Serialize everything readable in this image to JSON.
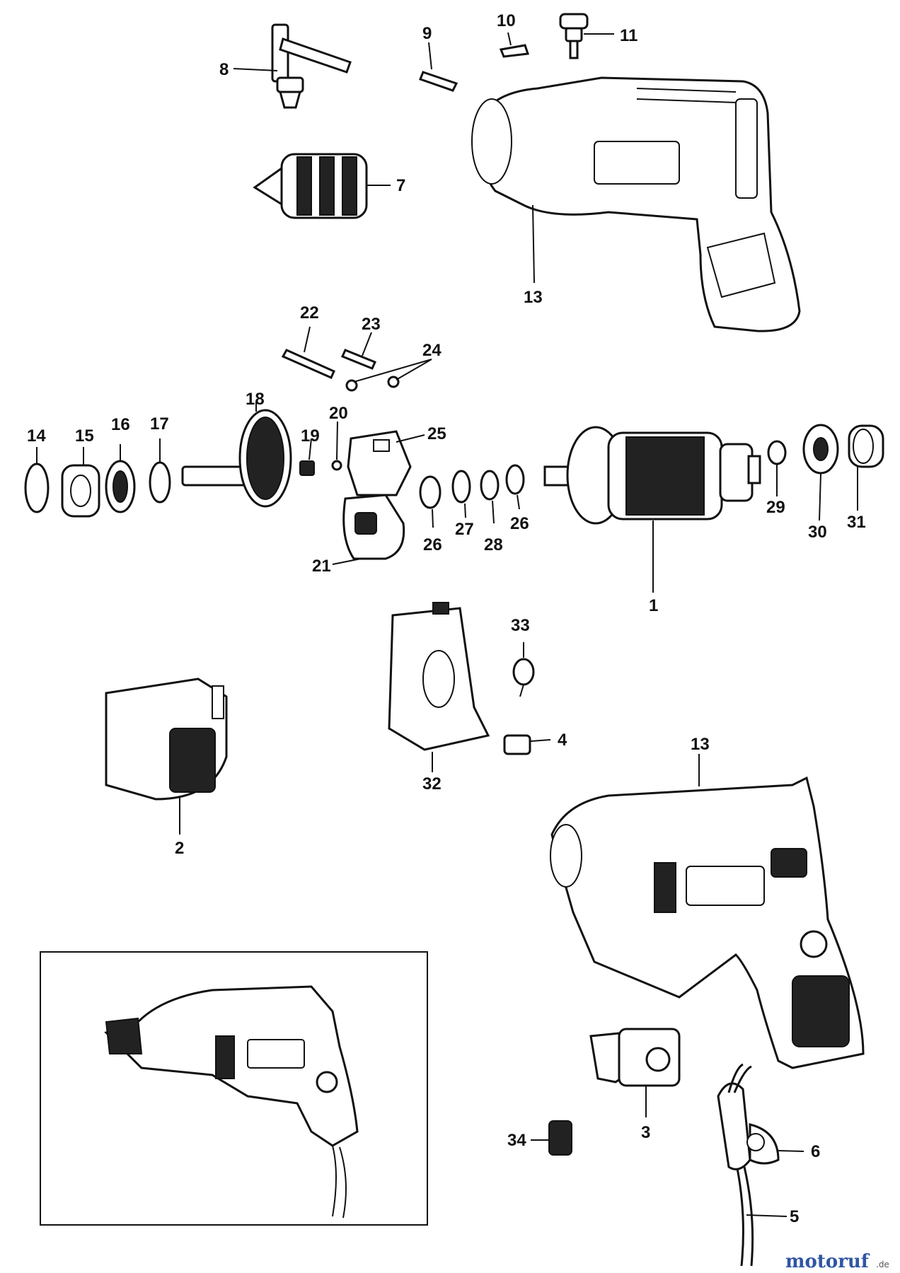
{
  "labels": {
    "l1": "1",
    "l2": "2",
    "l3": "3",
    "l4": "4",
    "l5": "5",
    "l6": "6",
    "l7": "7",
    "l8": "8",
    "l9": "9",
    "l10": "10",
    "l11": "11",
    "l13a": "13",
    "l13b": "13",
    "l14": "14",
    "l15": "15",
    "l16": "16",
    "l17": "17",
    "l18": "18",
    "l19": "19",
    "l20": "20",
    "l21": "21",
    "l22": "22",
    "l23": "23",
    "l24": "24",
    "l25": "25",
    "l26a": "26",
    "l26b": "26",
    "l27": "27",
    "l28": "28",
    "l29": "29",
    "l30": "30",
    "l31": "31",
    "l32": "32",
    "l33": "33",
    "l34": "34"
  },
  "watermark": {
    "brand": "motoruf",
    "suffix": ".de"
  }
}
